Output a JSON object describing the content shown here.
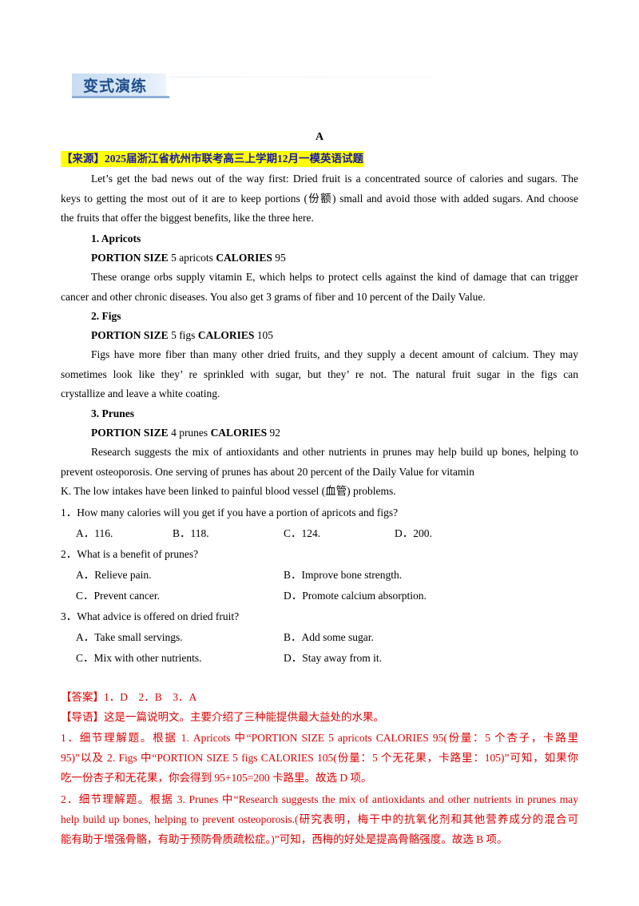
{
  "banner": {
    "title": "变式演练"
  },
  "section_letter": "A",
  "source": "【来源】2025届浙江省杭州市联考高三上学期12月一模英语试题",
  "intro_lines": [
    "Let’s get the bad news out of the way first: Dried fruit is a concentrated source of calories and sugars. The",
    "keys to getting the most out of it are to keep portions (份额) small and avoid those with added sugars. And choose",
    "the fruits that offer the biggest benefits, like the three here."
  ],
  "fruits": [
    {
      "heading": "1. Apricots",
      "portion_label": "PORTION SIZE",
      "portion_value": " 5 apricots ",
      "calories_label": "CALORIES",
      "calories_value": " 95",
      "desc_lines": [
        "These orange orbs supply vitamin E, which helps to protect cells against the kind of damage that can trigger",
        "cancer and other chronic diseases. You also get 3 grams of fiber and 10 percent of the Daily Value."
      ]
    },
    {
      "heading": "2. Figs",
      "portion_label": "PORTION SIZE",
      "portion_value": " 5 figs ",
      "calories_label": "CALORIES",
      "calories_value": " 105",
      "desc_lines": [
        "Figs have more fiber than many other dried fruits, and they supply a decent amount of calcium. They may",
        "sometimes look like they’ re sprinkled with sugar, but they’ re not. The natural fruit sugar in the figs can",
        "crystallize and leave a white coating."
      ]
    },
    {
      "heading": "3. Prunes",
      "portion_label": "PORTION SIZE",
      "portion_value": " 4 prunes ",
      "calories_label": "CALORIES",
      "calories_value": " 92",
      "desc_lines": [
        "Research suggests the mix of antioxidants and other nutrients in prunes may help build up bones, helping to",
        "prevent osteoporosis. One serving of prunes has about 20 percent of the Daily Value for vitamin",
        "K. The low intakes have been linked to painful blood vessel (血管) problems."
      ]
    }
  ],
  "questions": [
    {
      "stem": "1．How many calories will you get if you have a portion of apricots and figs?",
      "options": [
        "A．116.",
        "B．118.",
        "C．124.",
        "D．200."
      ]
    },
    {
      "stem": "2．What is a benefit of prunes?",
      "options": [
        "A．Relieve pain.",
        "B．Improve bone strength.",
        "C．Prevent cancer.",
        "D．Promote calcium absorption."
      ]
    },
    {
      "stem": "3．What advice is offered on dried fruit?",
      "options": [
        "A．Take small servings.",
        "B．Add some sugar.",
        "C．Mix with other nutrients.",
        "D．Stay away from it."
      ]
    }
  ],
  "answer": {
    "answer_line": "【答案】1．D　2．B　3．A",
    "guide_line": "【导语】这是一篇说明文。主要介绍了三种能提供最大益处的水果。",
    "exp1_lines": [
      "1．细节理解题。根据 1. Apricots 中“PORTION SIZE 5 apricots CALORIES 95(份量：5 个杏子，卡路里",
      "95)”以及 2. Figs 中“PORTION SIZE 5 figs CALORIES 105(份量：5 个无花果，卡路里：105)”可知，如果你",
      "吃一份杏子和无花果，你会得到 95+105=200 卡路里。故选 D 项。"
    ],
    "exp2_lines": [
      "2．细节理解题。根据 3. Prunes 中“Research suggests the mix of antioxidants and other nutrients in prunes may",
      "help build up bones, helping to prevent osteoporosis.(研究表明，梅干中的抗氧化剂和其他营养成分的混合可",
      "能有助于增强骨骼，有助于预防骨质疏松症。)”可知，西梅的好处是提高骨骼强度。故选 B 项。"
    ]
  },
  "colors": {
    "highlight": "#ffff00",
    "source_text": "#1a1aa6",
    "answer_text": "#e00000",
    "banner_text": "#1f4e8c"
  }
}
